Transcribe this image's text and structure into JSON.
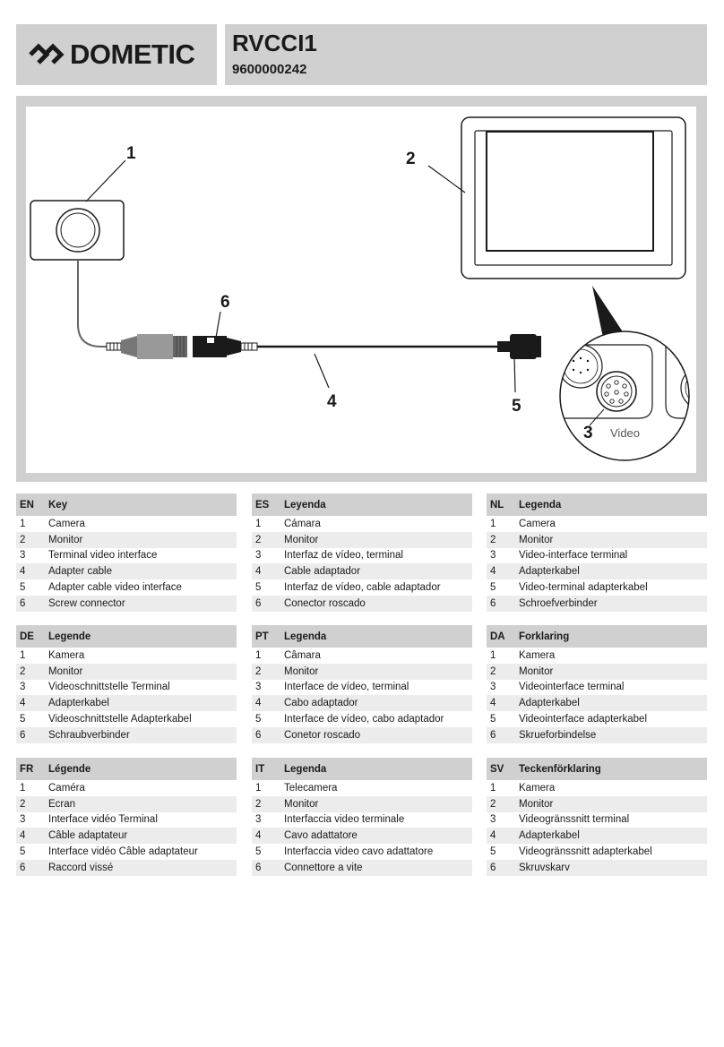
{
  "header": {
    "brand": "DOMETIC",
    "model": "RVCCI1",
    "part_number": "9600000242"
  },
  "figure": {
    "callouts": [
      "1",
      "2",
      "3",
      "4",
      "5",
      "6"
    ],
    "video_label": "Video"
  },
  "legends": [
    {
      "lang": "EN",
      "title": "Key",
      "items": [
        "Camera",
        "Monitor",
        "Terminal video interface",
        "Adapter cable",
        "Adapter cable video interface",
        "Screw connector"
      ]
    },
    {
      "lang": "ES",
      "title": "Leyenda",
      "items": [
        "Cámara",
        "Monitor",
        "Interfaz de vídeo, terminal",
        "Cable adaptador",
        "Interfaz de vídeo, cable adaptador",
        "Conector roscado"
      ]
    },
    {
      "lang": "NL",
      "title": "Legenda",
      "items": [
        "Camera",
        "Monitor",
        "Video-interface terminal",
        "Adapterkabel",
        "Video-terminal adapterkabel",
        "Schroefverbinder"
      ]
    },
    {
      "lang": "DE",
      "title": "Legende",
      "items": [
        "Kamera",
        "Monitor",
        "Videoschnittstelle Terminal",
        "Adapterkabel",
        "Videoschnittstelle Adapterkabel",
        "Schraubverbinder"
      ]
    },
    {
      "lang": "PT",
      "title": "Legenda",
      "items": [
        "Câmara",
        "Monitor",
        "Interface de vídeo, terminal",
        "Cabo adaptador",
        "Interface de vídeo, cabo adaptador",
        "Conetor roscado"
      ]
    },
    {
      "lang": "DA",
      "title": "Forklaring",
      "items": [
        "Kamera",
        "Monitor",
        "Videointerface terminal",
        "Adapterkabel",
        "Videointerface adapterkabel",
        "Skrueforbindelse"
      ]
    },
    {
      "lang": "FR",
      "title": "Légende",
      "items": [
        "Caméra",
        "Ecran",
        "Interface vidéo Terminal",
        "Câble adaptateur",
        "Interface vidéo Câble adaptateur",
        "Raccord vissé"
      ]
    },
    {
      "lang": "IT",
      "title": "Legenda",
      "items": [
        "Telecamera",
        "Monitor",
        "Interfaccia video terminale",
        "Cavo adattatore",
        "Interfaccia video cavo adattatore",
        "Connettore a vite"
      ]
    },
    {
      "lang": "SV",
      "title": "Teckenförklaring",
      "items": [
        "Kamera",
        "Monitor",
        "Videogränssnitt terminal",
        "Adapterkabel",
        "Videogränssnitt adapterkabel",
        "Skruvskarv"
      ]
    }
  ]
}
